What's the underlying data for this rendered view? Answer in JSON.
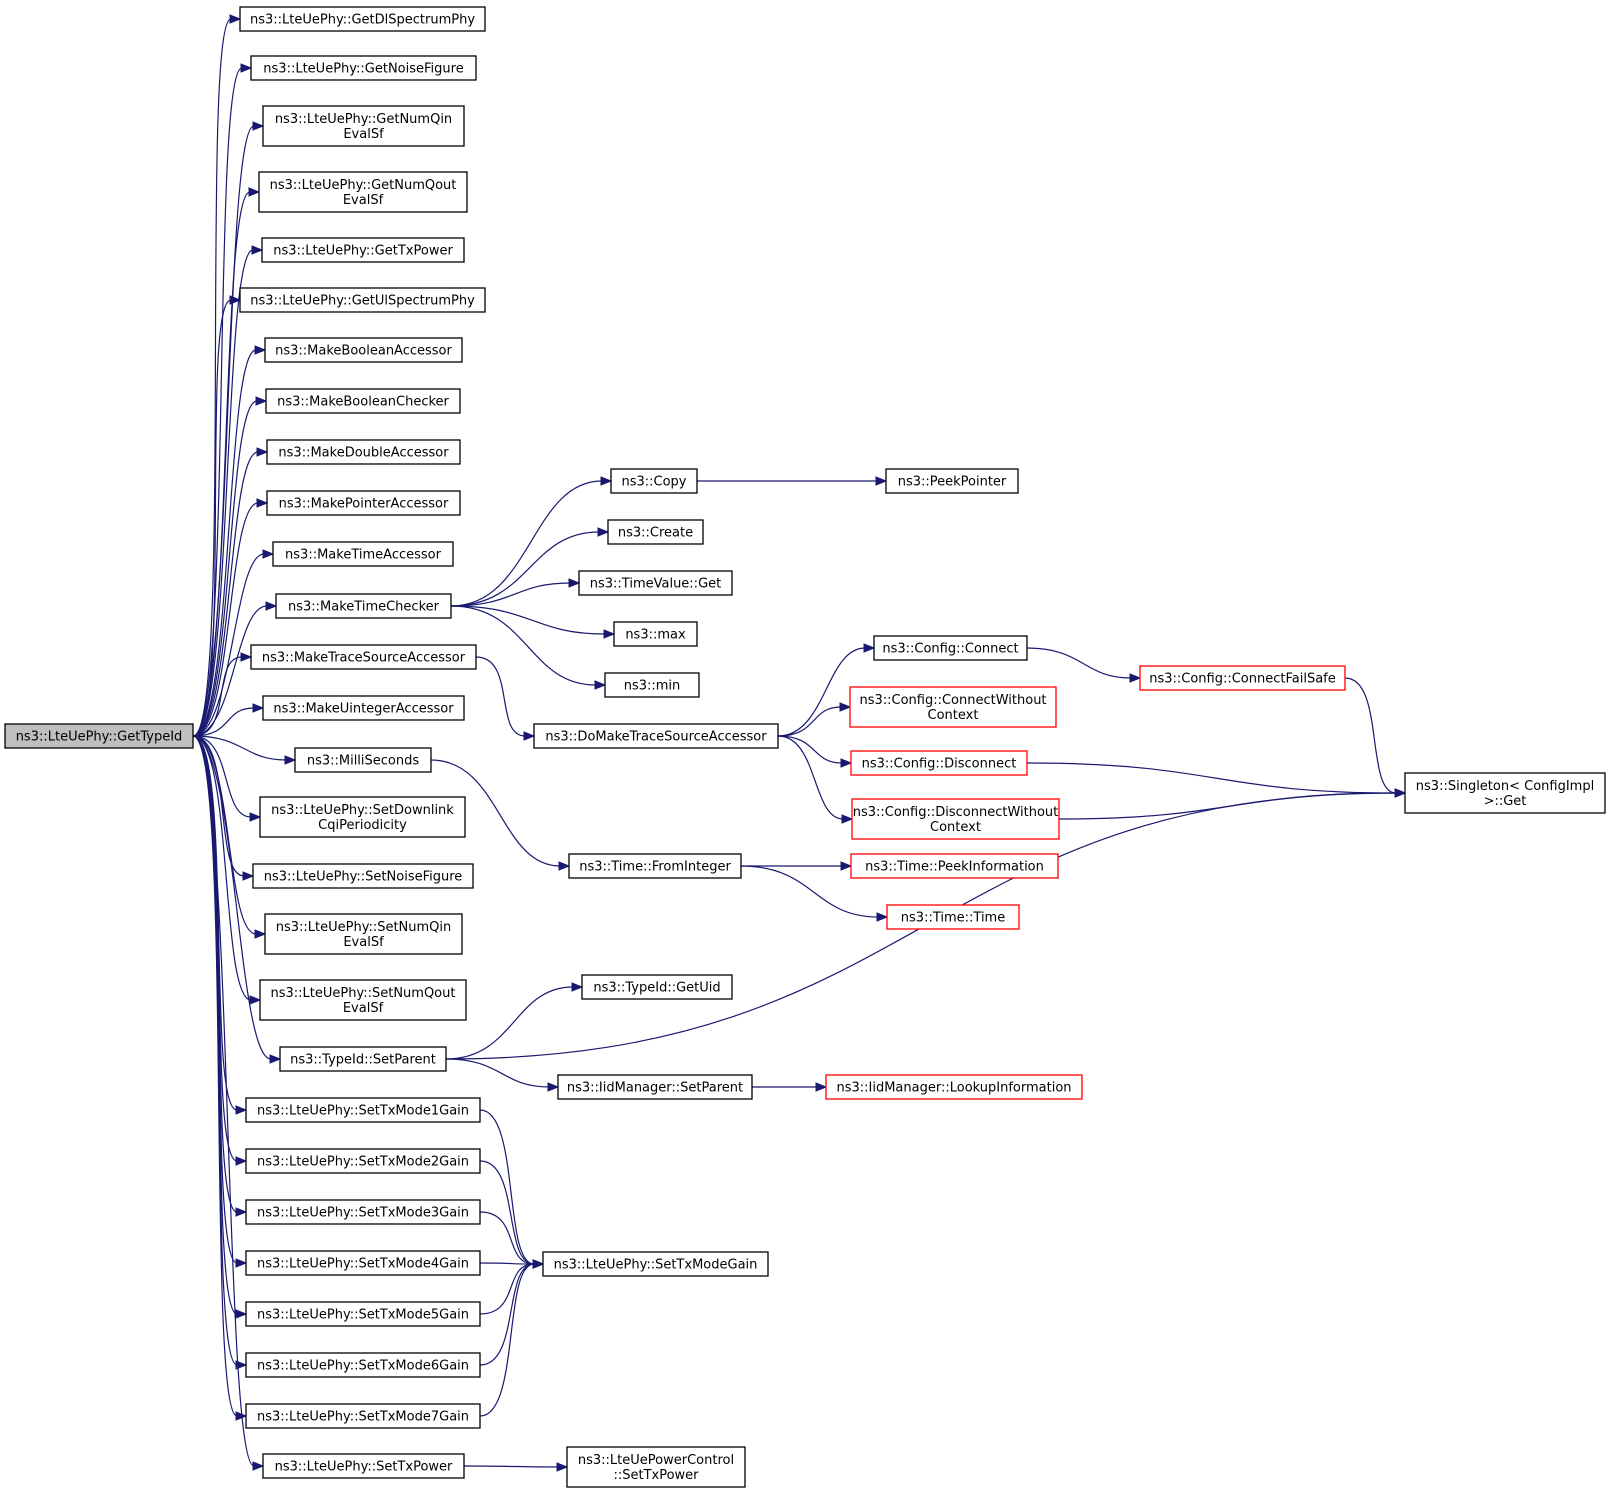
{
  "colors": {
    "edge": "#191970",
    "border_normal": "#000000",
    "border_truncated": "#ff0000",
    "root_fill": "#bfbfbf",
    "node_fill": "#ffffff"
  },
  "nodes": [
    {
      "id": "root",
      "lines": [
        "ns3::LteUePhy::GetTypeId"
      ],
      "style": "root"
    },
    {
      "id": "getdlspec",
      "lines": [
        "ns3::LteUePhy::GetDlSpectrumPhy"
      ],
      "style": "normal"
    },
    {
      "id": "getnoise",
      "lines": [
        "ns3::LteUePhy::GetNoiseFigure"
      ],
      "style": "normal"
    },
    {
      "id": "getnumqin",
      "lines": [
        "ns3::LteUePhy::GetNumQin",
        "EvalSf"
      ],
      "style": "normal"
    },
    {
      "id": "getnumqout",
      "lines": [
        "ns3::LteUePhy::GetNumQout",
        "EvalSf"
      ],
      "style": "normal"
    },
    {
      "id": "gettxpower",
      "lines": [
        "ns3::LteUePhy::GetTxPower"
      ],
      "style": "normal"
    },
    {
      "id": "getulspec",
      "lines": [
        "ns3::LteUePhy::GetUlSpectrumPhy"
      ],
      "style": "normal"
    },
    {
      "id": "mkboolacc",
      "lines": [
        "ns3::MakeBooleanAccessor"
      ],
      "style": "normal"
    },
    {
      "id": "mkboolchk",
      "lines": [
        "ns3::MakeBooleanChecker"
      ],
      "style": "normal"
    },
    {
      "id": "mkdblacc",
      "lines": [
        "ns3::MakeDoubleAccessor"
      ],
      "style": "normal"
    },
    {
      "id": "mkptracc",
      "lines": [
        "ns3::MakePointerAccessor"
      ],
      "style": "normal"
    },
    {
      "id": "mktimeacc",
      "lines": [
        "ns3::MakeTimeAccessor"
      ],
      "style": "normal"
    },
    {
      "id": "mktimechk",
      "lines": [
        "ns3::MakeTimeChecker"
      ],
      "style": "normal"
    },
    {
      "id": "mktraceacc",
      "lines": [
        "ns3::MakeTraceSourceAccessor"
      ],
      "style": "normal"
    },
    {
      "id": "mkuintacc",
      "lines": [
        "ns3::MakeUintegerAccessor"
      ],
      "style": "normal"
    },
    {
      "id": "millisec",
      "lines": [
        "ns3::MilliSeconds"
      ],
      "style": "normal"
    },
    {
      "id": "setdlcqi",
      "lines": [
        "ns3::LteUePhy::SetDownlink",
        "CqiPeriodicity"
      ],
      "style": "normal"
    },
    {
      "id": "setnoise",
      "lines": [
        "ns3::LteUePhy::SetNoiseFigure"
      ],
      "style": "normal"
    },
    {
      "id": "setnumqin",
      "lines": [
        "ns3::LteUePhy::SetNumQin",
        "EvalSf"
      ],
      "style": "normal"
    },
    {
      "id": "setnumqout",
      "lines": [
        "ns3::LteUePhy::SetNumQout",
        "EvalSf"
      ],
      "style": "normal"
    },
    {
      "id": "setparent",
      "lines": [
        "ns3::TypeId::SetParent"
      ],
      "style": "normal"
    },
    {
      "id": "txm1",
      "lines": [
        "ns3::LteUePhy::SetTxMode1Gain"
      ],
      "style": "normal"
    },
    {
      "id": "txm2",
      "lines": [
        "ns3::LteUePhy::SetTxMode2Gain"
      ],
      "style": "normal"
    },
    {
      "id": "txm3",
      "lines": [
        "ns3::LteUePhy::SetTxMode3Gain"
      ],
      "style": "normal"
    },
    {
      "id": "txm4",
      "lines": [
        "ns3::LteUePhy::SetTxMode4Gain"
      ],
      "style": "normal"
    },
    {
      "id": "txm5",
      "lines": [
        "ns3::LteUePhy::SetTxMode5Gain"
      ],
      "style": "normal"
    },
    {
      "id": "txm6",
      "lines": [
        "ns3::LteUePhy::SetTxMode6Gain"
      ],
      "style": "normal"
    },
    {
      "id": "txm7",
      "lines": [
        "ns3::LteUePhy::SetTxMode7Gain"
      ],
      "style": "normal"
    },
    {
      "id": "settxpower",
      "lines": [
        "ns3::LteUePhy::SetTxPower"
      ],
      "style": "normal"
    },
    {
      "id": "copy",
      "lines": [
        "ns3::Copy"
      ],
      "style": "normal"
    },
    {
      "id": "create",
      "lines": [
        "ns3::Create"
      ],
      "style": "normal"
    },
    {
      "id": "tvget",
      "lines": [
        "ns3::TimeValue::Get"
      ],
      "style": "normal"
    },
    {
      "id": "max",
      "lines": [
        "ns3::max"
      ],
      "style": "normal"
    },
    {
      "id": "min",
      "lines": [
        "ns3::min"
      ],
      "style": "normal"
    },
    {
      "id": "domake",
      "lines": [
        "ns3::DoMakeTraceSourceAccessor"
      ],
      "style": "normal"
    },
    {
      "id": "frominteger",
      "lines": [
        "ns3::Time::FromInteger"
      ],
      "style": "normal"
    },
    {
      "id": "getuid",
      "lines": [
        "ns3::TypeId::GetUid"
      ],
      "style": "normal"
    },
    {
      "id": "iidsetparent",
      "lines": [
        "ns3::IidManager::SetParent"
      ],
      "style": "normal"
    },
    {
      "id": "settxmodegain",
      "lines": [
        "ns3::LteUePhy::SetTxModeGain"
      ],
      "style": "normal"
    },
    {
      "id": "pcsettxpower",
      "lines": [
        "ns3::LteUePowerControl",
        "::SetTxPower"
      ],
      "style": "normal"
    },
    {
      "id": "peekpointer",
      "lines": [
        "ns3::PeekPointer"
      ],
      "style": "normal"
    },
    {
      "id": "cfgconnect",
      "lines": [
        "ns3::Config::Connect"
      ],
      "style": "normal"
    },
    {
      "id": "cfgconnnoctx",
      "lines": [
        "ns3::Config::ConnectWithout",
        "Context"
      ],
      "style": "truncated"
    },
    {
      "id": "cfgdisconnect",
      "lines": [
        "ns3::Config::Disconnect"
      ],
      "style": "truncated"
    },
    {
      "id": "cfgdisnoctx",
      "lines": [
        "ns3::Config::DisconnectWithout",
        "Context"
      ],
      "style": "truncated"
    },
    {
      "id": "peekinfo",
      "lines": [
        "ns3::Time::PeekInformation"
      ],
      "style": "truncated"
    },
    {
      "id": "timetime",
      "lines": [
        "ns3::Time::Time"
      ],
      "style": "truncated"
    },
    {
      "id": "lookupinfo",
      "lines": [
        "ns3::IidManager::LookupInformation"
      ],
      "style": "truncated"
    },
    {
      "id": "cfgconnfs",
      "lines": [
        "ns3::Config::ConnectFailSafe"
      ],
      "style": "truncated"
    },
    {
      "id": "singleton",
      "lines": [
        "ns3::Singleton< ConfigImpl",
        ">::Get"
      ],
      "style": "normal"
    }
  ],
  "edges": [
    [
      "root",
      "getdlspec"
    ],
    [
      "root",
      "getnoise"
    ],
    [
      "root",
      "getnumqin"
    ],
    [
      "root",
      "getnumqout"
    ],
    [
      "root",
      "gettxpower"
    ],
    [
      "root",
      "getulspec"
    ],
    [
      "root",
      "mkboolacc"
    ],
    [
      "root",
      "mkboolchk"
    ],
    [
      "root",
      "mkdblacc"
    ],
    [
      "root",
      "mkptracc"
    ],
    [
      "root",
      "mktimeacc"
    ],
    [
      "root",
      "mktimechk"
    ],
    [
      "root",
      "mktraceacc"
    ],
    [
      "root",
      "mkuintacc"
    ],
    [
      "root",
      "millisec"
    ],
    [
      "root",
      "setdlcqi"
    ],
    [
      "root",
      "setnoise"
    ],
    [
      "root",
      "setnumqin"
    ],
    [
      "root",
      "setnumqout"
    ],
    [
      "root",
      "setparent"
    ],
    [
      "root",
      "txm1"
    ],
    [
      "root",
      "txm2"
    ],
    [
      "root",
      "txm3"
    ],
    [
      "root",
      "txm4"
    ],
    [
      "root",
      "txm5"
    ],
    [
      "root",
      "txm6"
    ],
    [
      "root",
      "txm7"
    ],
    [
      "root",
      "settxpower"
    ],
    [
      "mktimechk",
      "copy"
    ],
    [
      "mktimechk",
      "create"
    ],
    [
      "mktimechk",
      "tvget"
    ],
    [
      "mktimechk",
      "max"
    ],
    [
      "mktimechk",
      "min"
    ],
    [
      "mktraceacc",
      "domake"
    ],
    [
      "millisec",
      "frominteger"
    ],
    [
      "setparent",
      "getuid"
    ],
    [
      "setparent",
      "singleton"
    ],
    [
      "setparent",
      "iidsetparent"
    ],
    [
      "txm1",
      "settxmodegain"
    ],
    [
      "txm2",
      "settxmodegain"
    ],
    [
      "txm3",
      "settxmodegain"
    ],
    [
      "txm4",
      "settxmodegain"
    ],
    [
      "txm5",
      "settxmodegain"
    ],
    [
      "txm6",
      "settxmodegain"
    ],
    [
      "txm7",
      "settxmodegain"
    ],
    [
      "settxpower",
      "pcsettxpower"
    ],
    [
      "copy",
      "peekpointer"
    ],
    [
      "domake",
      "cfgconnect"
    ],
    [
      "domake",
      "cfgconnnoctx"
    ],
    [
      "domake",
      "cfgdisconnect"
    ],
    [
      "domake",
      "cfgdisnoctx"
    ],
    [
      "frominteger",
      "peekinfo"
    ],
    [
      "frominteger",
      "timetime"
    ],
    [
      "iidsetparent",
      "lookupinfo"
    ],
    [
      "cfgconnect",
      "cfgconnfs"
    ],
    [
      "cfgconnfs",
      "singleton"
    ],
    [
      "cfgdisconnect",
      "singleton"
    ],
    [
      "cfgdisnoctx",
      "singleton"
    ]
  ]
}
